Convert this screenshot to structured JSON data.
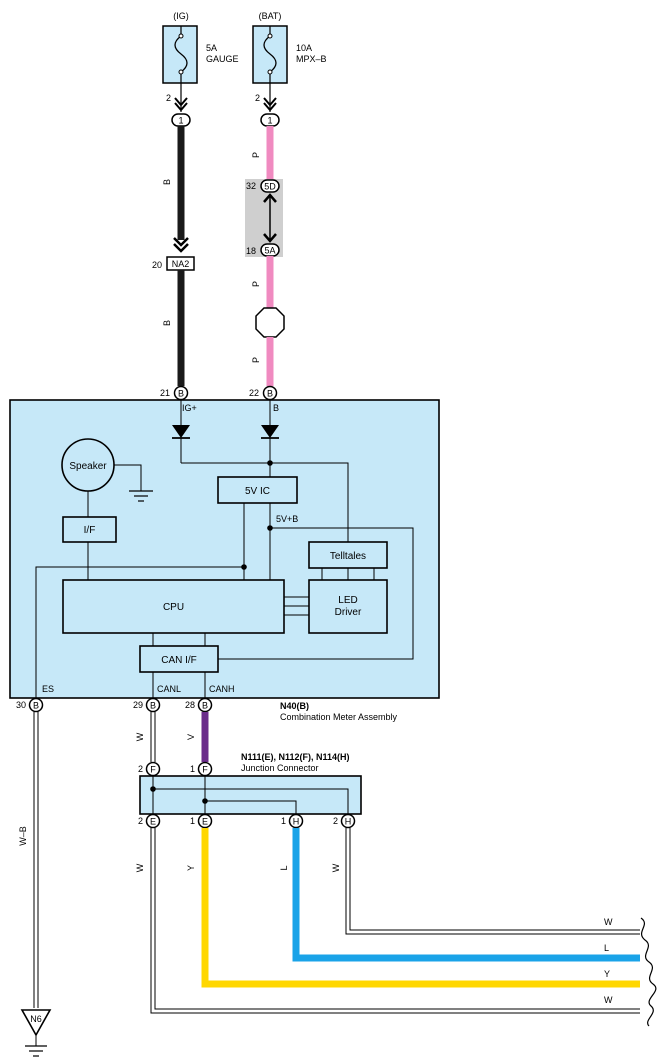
{
  "fuses": [
    {
      "source": "(IG)",
      "rating": "5A",
      "name": "GAUGE"
    },
    {
      "source": "(BAT)",
      "rating": "10A",
      "name": "MPX–B"
    }
  ],
  "pins": {
    "fuse1_out": "2",
    "fuse2_out": "2",
    "c1a": "1",
    "c1b": "1",
    "na2_num": "20",
    "na2_label": "NA2",
    "j5d_num": "32",
    "j5d_label": "5D",
    "j5a_num": "18",
    "j5a_label": "5A",
    "m21": "21",
    "m22": "22",
    "m30": "30",
    "m29": "29",
    "m28": "28",
    "meter_connector": "B",
    "jf1": "2",
    "jf2": "1",
    "jc_upper": "F",
    "je1": "2",
    "je2": "1",
    "je3": "1",
    "je4": "2",
    "jc_lower_e": "E",
    "jc_lower_h": "H"
  },
  "wires": {
    "b": "B",
    "p": "P",
    "w": "W",
    "v": "V",
    "wb": "W–B",
    "y": "Y",
    "l": "L"
  },
  "meter": {
    "ig_label": "IG+",
    "b_label": "B",
    "speaker": "Speaker",
    "if": "I/F",
    "ic": "5V IC",
    "v5b": "5V+B",
    "telltales": "Telltales",
    "cpu": "CPU",
    "led": "LED",
    "driver": "Driver",
    "canif": "CAN I/F",
    "es": "ES",
    "canl": "CANL",
    "canh": "CANH",
    "code": "N40(B)",
    "name": "Combination Meter Assembly"
  },
  "junction": {
    "codes": "N111(E), N112(F), N114(H)",
    "name": "Junction Connector"
  },
  "ground": {
    "label": "N6"
  },
  "output_wires": [
    "W",
    "L",
    "Y",
    "W"
  ],
  "colors": {
    "box_fill": "#c6e8f8",
    "pink": "#f08ac0",
    "purple": "#6a2c8a",
    "yellow": "#ffd700",
    "blue": "#1aa3e8",
    "black": "#1a1a1a",
    "gray_box": "#cfcfcf"
  }
}
